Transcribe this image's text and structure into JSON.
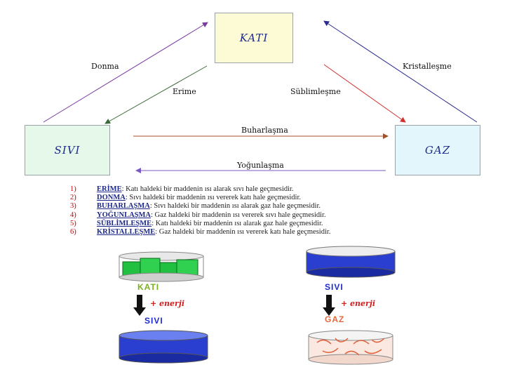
{
  "states": {
    "kati": "KATI",
    "sivi": "SIVI",
    "gaz": "GAZ"
  },
  "transitions": {
    "donma": "Donma",
    "erime": "Erime",
    "sublimlesme": "Süblimleşme",
    "kristallesme": "Kristalleşme",
    "buharlasma": "Buharlaşma",
    "yogunlasma": "Yoğunlaşma"
  },
  "definitions": [
    {
      "num": "1)",
      "term": "ERİME",
      "desc": " : Katı haldeki bir maddenin ısı alarak sıvı hale geçmesidir."
    },
    {
      "num": "2)",
      "term": "DONMA",
      "desc": " : Sıvı haldeki bir maddenin ısı vererek katı hale geçmesidir."
    },
    {
      "num": "3)",
      "term": "BUHARLAŞMA",
      "desc": " : Sıvı haldeki bir maddenin ısı alarak gaz hale geçmesidir."
    },
    {
      "num": "4)",
      "term": "YOĞUNLAŞMA",
      "desc": " : Gaz haldeki bir maddenin ısı vererek sıvı hale geçmesidir."
    },
    {
      "num": "5)",
      "term": "SÜBLİMLEŞME",
      "desc": " : Katı haldeki bir maddenin ısı alarak gaz hale geçmesidir."
    },
    {
      "num": "6)",
      "term": "KRİSTALLEŞME",
      "desc": " : Gaz haldeki bir maddenin ısı vererek katı hale geçmesidir."
    }
  ],
  "illustrations": {
    "left_top_label": "KATI",
    "left_energy": "+ enerji",
    "left_bottom_label": "SIVI",
    "right_top_label": "SIVI",
    "right_energy": "+ enerji",
    "right_bottom_label": "GAZ"
  },
  "colors": {
    "donma_arrow": "#7a3aa0",
    "erime_arrow": "#3a6a3a",
    "sublimlesme_arrow": "#d03030",
    "kristallesme_arrow": "#2a2a90",
    "buharlasma_arrow": "#a0502a",
    "yogunlasma_arrow": "#7a5ac0",
    "water": "#2a3ed0",
    "ice": "#22c040",
    "gas": "#f08050"
  }
}
